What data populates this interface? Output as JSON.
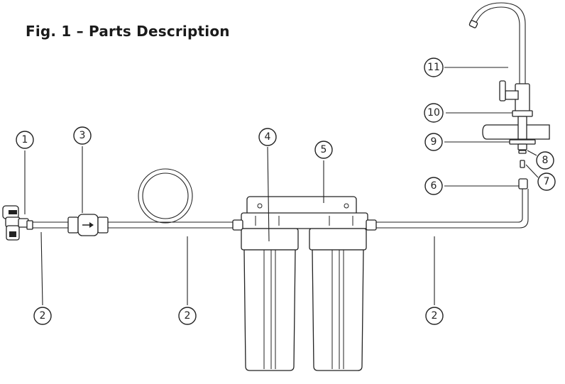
{
  "title": "Fig. 1 – Parts Description",
  "callouts": {
    "c1": "1",
    "c2a": "2",
    "c2b": "2",
    "c2c": "2",
    "c3": "3",
    "c4": "4",
    "c5": "5",
    "c6": "6",
    "c7": "7",
    "c8": "8",
    "c9": "9",
    "c10": "10",
    "c11": "11"
  }
}
